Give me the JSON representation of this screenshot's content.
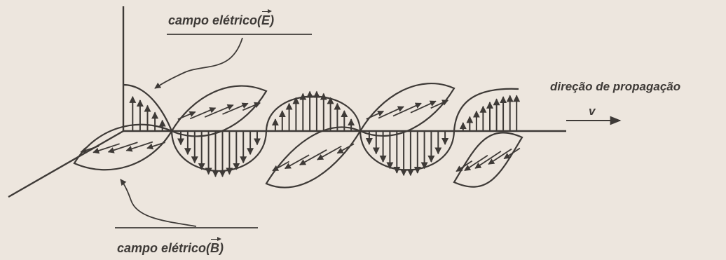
{
  "labels": {
    "electric_field": {
      "text": "campo elétrico(",
      "vector": "E",
      "close": ")"
    },
    "magnetic_field": {
      "text": "campo elétrico(",
      "vector": "B",
      "close": ")"
    },
    "propagation_direction": "direção de propagação",
    "velocity": "v"
  },
  "colors": {
    "background": "#ede6de",
    "ink": "#3e3a37"
  }
}
